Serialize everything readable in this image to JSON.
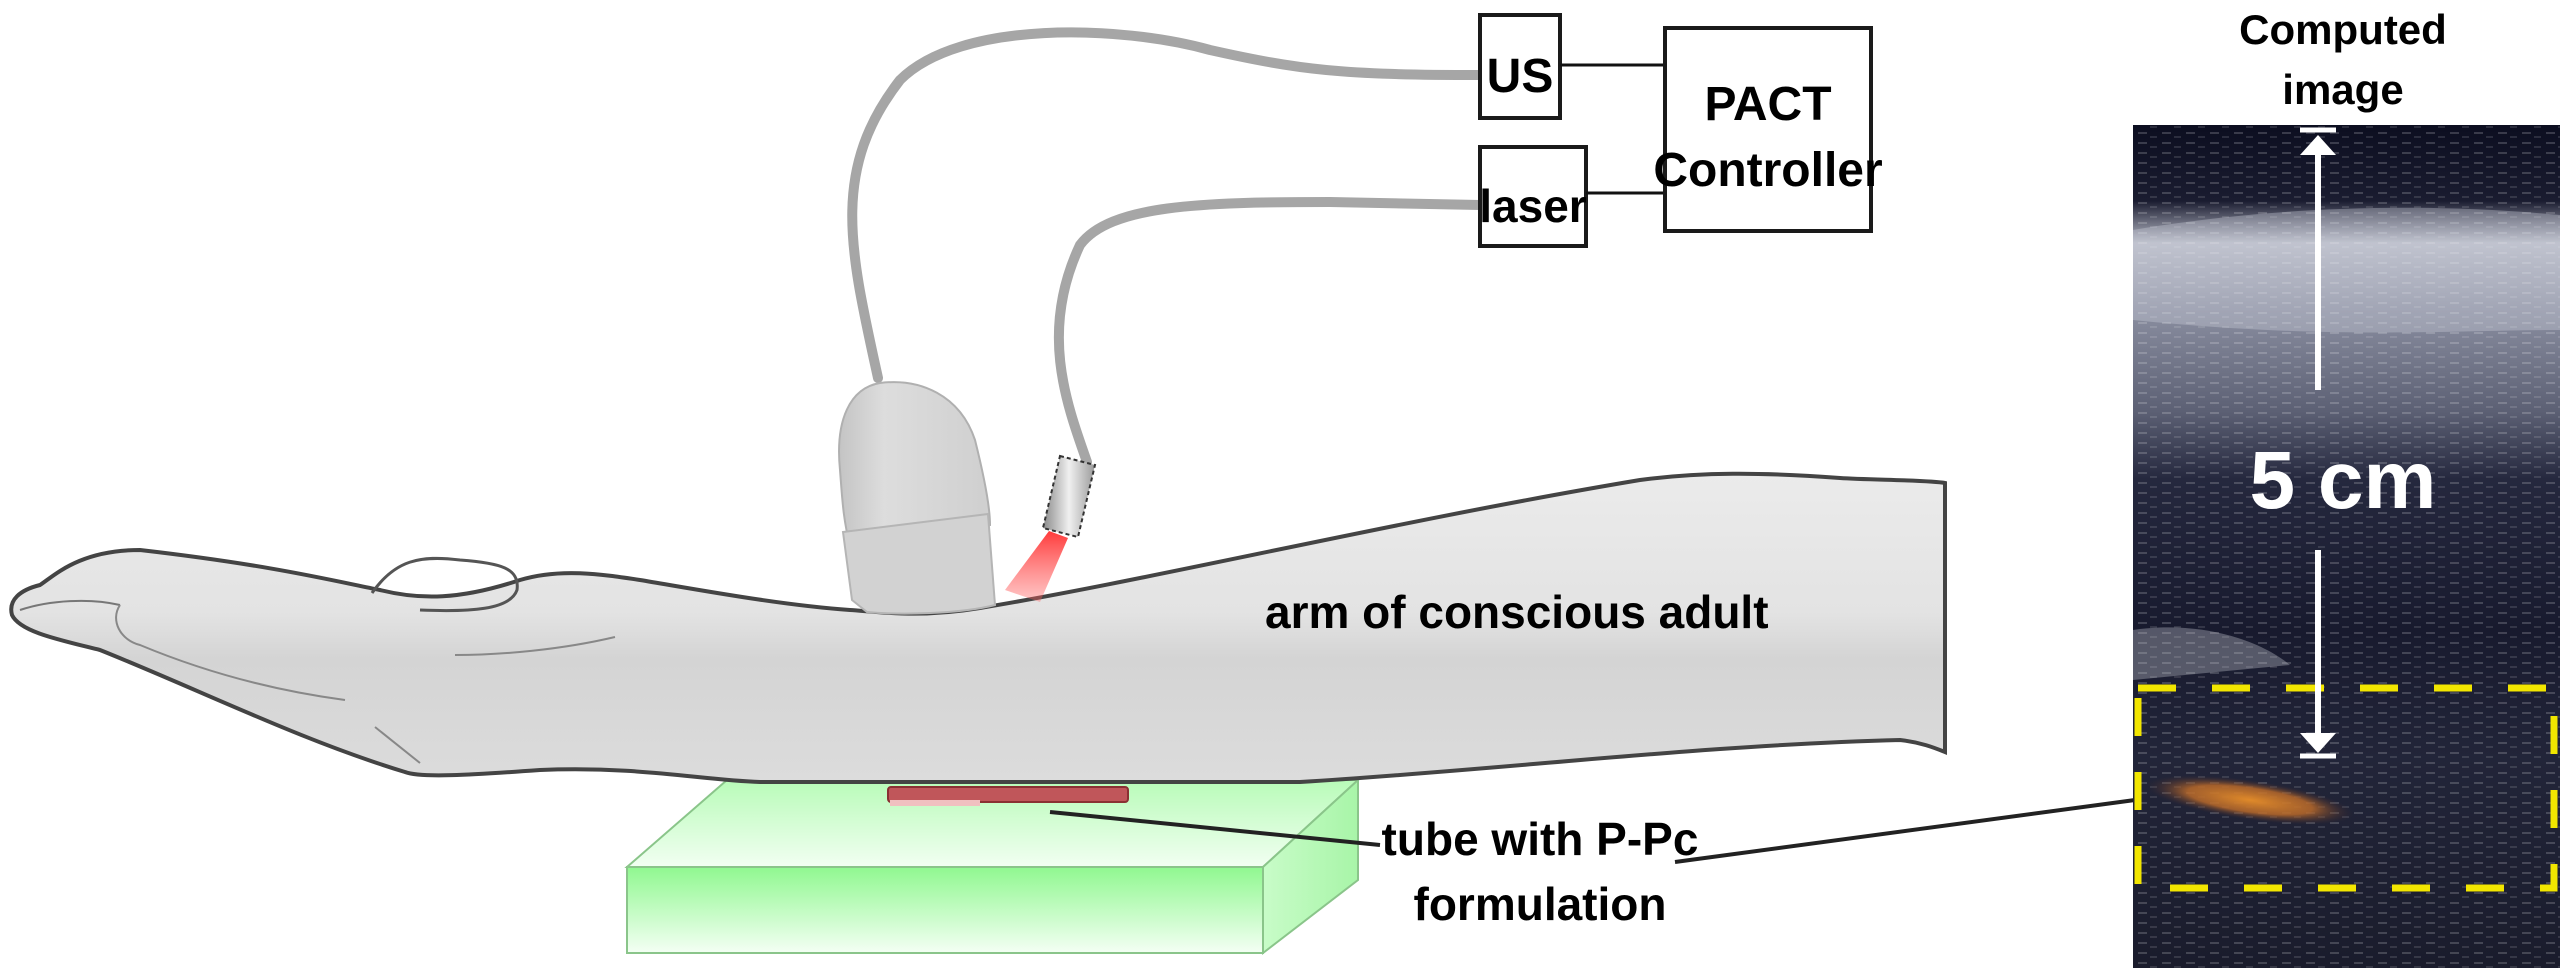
{
  "figure": {
    "title": "PACT imaging setup of arm of conscious adult"
  },
  "controller": {
    "us_label": "US",
    "laser_label": "laser",
    "controller_line1": "PACT",
    "controller_line2": "Controller"
  },
  "arm": {
    "label": "arm of conscious adult"
  },
  "tube": {
    "label_line1": "tube with P-Pc",
    "label_line2": "formulation"
  },
  "image_panel": {
    "title_line1": "Computed",
    "title_line2": "image",
    "scale_label": "5 cm"
  },
  "colors": {
    "ultrasound_bg": "#14162a",
    "roi_dash": "#f2e600",
    "laser_beam": "#ff2a2a",
    "gel_pad": "#9dfb9d",
    "tube": "#c0565a",
    "skin": "#dcdcdc"
  }
}
